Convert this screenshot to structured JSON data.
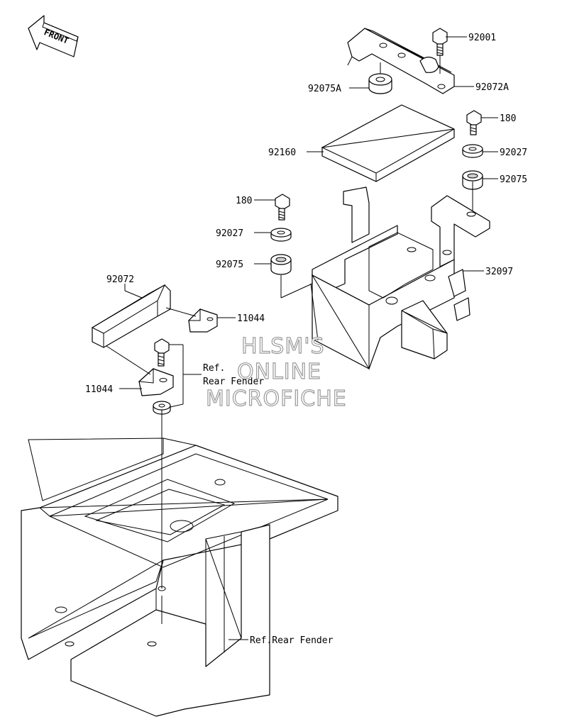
{
  "diagram": {
    "front_arrow_label": "FRONT",
    "callouts": {
      "bolt_top": "92001",
      "bracket_top": "92072A",
      "damper_top": "92075A",
      "pad": "92160",
      "bolt_right": "180",
      "washer_right": "92027",
      "damper_right": "92075",
      "bolt_left": "180",
      "washer_left": "92027",
      "damper_left": "92075",
      "battery_case": "32097",
      "strap": "92072",
      "clip_upper": "11044",
      "clip_lower": "11044",
      "ref_fender_line1": "Ref.",
      "ref_fender_line2": "Rear Fender",
      "ref_fender_bottom": "Ref.Rear Fender"
    },
    "watermark": {
      "line1": "HLSM'S",
      "line2": "ONLINE",
      "line3": "MICROFICHE"
    }
  }
}
